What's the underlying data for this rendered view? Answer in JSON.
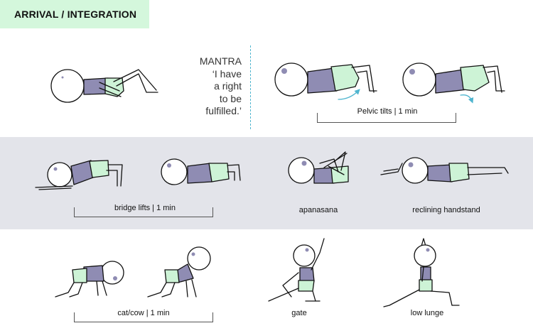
{
  "header": {
    "title": "ARRIVAL / INTEGRATION"
  },
  "mantra": {
    "lines": [
      "MANTRA",
      "‘I have",
      "a right",
      "to be",
      "fulfilled.’"
    ]
  },
  "poses": {
    "pelvic_tilts": "Pelvic tilts | 1 min",
    "bridge_lifts": "bridge lifts | 1 min",
    "apanasana": "apanasana",
    "reclining_handstand": "reclining handstand",
    "cat_cow": "cat/cow | 1 min",
    "gate": "gate",
    "low_lunge": "low lunge"
  },
  "colors": {
    "torso": "#8f8cb3",
    "hips": "#cdf3d6",
    "header_bg": "#d4f7dc",
    "band_bg": "#e3e4ea",
    "accent": "#4fb5cf"
  }
}
